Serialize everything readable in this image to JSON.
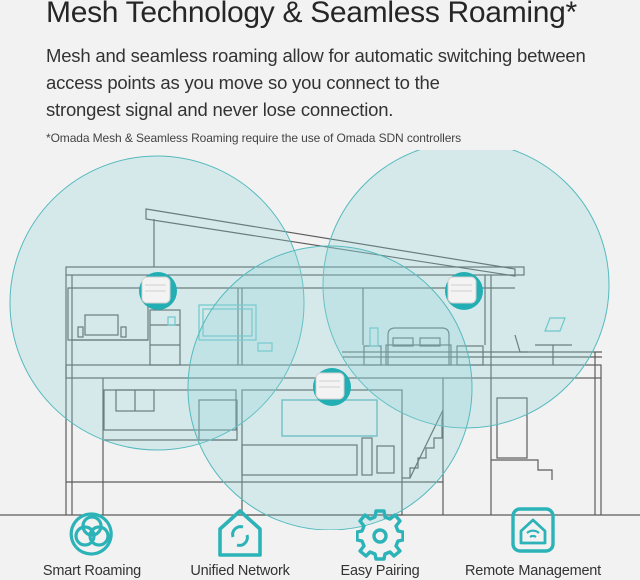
{
  "header": {
    "title": "Mesh Technology & Seamless Roaming*",
    "description": "Mesh and seamless roaming allow for automatic switching between access points as you move so you connect to the strongest signal and never lose connection.",
    "description_lines": [
      "Mesh and seamless roaming allow for automatic switching between",
      "access points as you move so you connect to the",
      "strongest signal and never lose connection."
    ],
    "footnote": "*Omada Mesh & Seamless Roaming require the use of Omada SDN controllers"
  },
  "illustration": {
    "subject": "house-cross-section-with-three-access-points",
    "access_points": 3,
    "coverage_color": "#7fcfd3",
    "accent_color": "#2bb3b8",
    "line_color": "#5a5a5a"
  },
  "features": [
    {
      "label": "Smart Roaming",
      "icon": "smart-roaming-icon"
    },
    {
      "label": "Unified Network",
      "icon": "unified-network-icon"
    },
    {
      "label": "Easy Pairing",
      "icon": "easy-pairing-icon"
    },
    {
      "label": "Remote Management",
      "icon": "remote-management-icon"
    }
  ],
  "colors": {
    "background": "#f2f2f2",
    "accent": "#2bb3b8",
    "text": "#2b2b2b"
  }
}
